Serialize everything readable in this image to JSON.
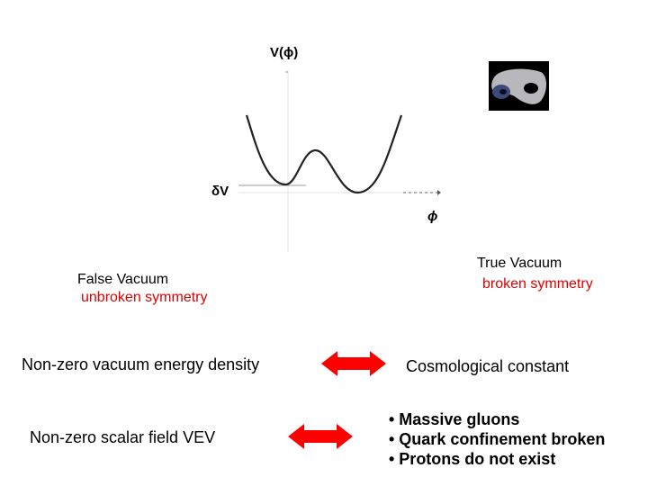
{
  "diagram": {
    "y_axis_label": "V(ϕ)",
    "x_axis_label": "ϕ",
    "delta_label": "δV"
  },
  "false_vacuum": {
    "title": "False Vacuum",
    "subtitle": "unbroken symmetry"
  },
  "true_vacuum": {
    "title": "True Vacuum",
    "subtitle": "broken symmetry"
  },
  "rows": [
    {
      "left": "Non-zero vacuum energy density",
      "right": "Cosmological constant"
    },
    {
      "left": "Non-zero scalar field VEV"
    }
  ],
  "consequences": [
    "• Massive gluons",
    "• Quark confinement broken",
    "• Protons do not exist"
  ],
  "colors": {
    "arrow": "#ff0000",
    "accent_text": "#e00000",
    "thumbnail_bg": "#000000"
  },
  "icons": {
    "thumbnail": "gray-torus-shape-icon"
  }
}
